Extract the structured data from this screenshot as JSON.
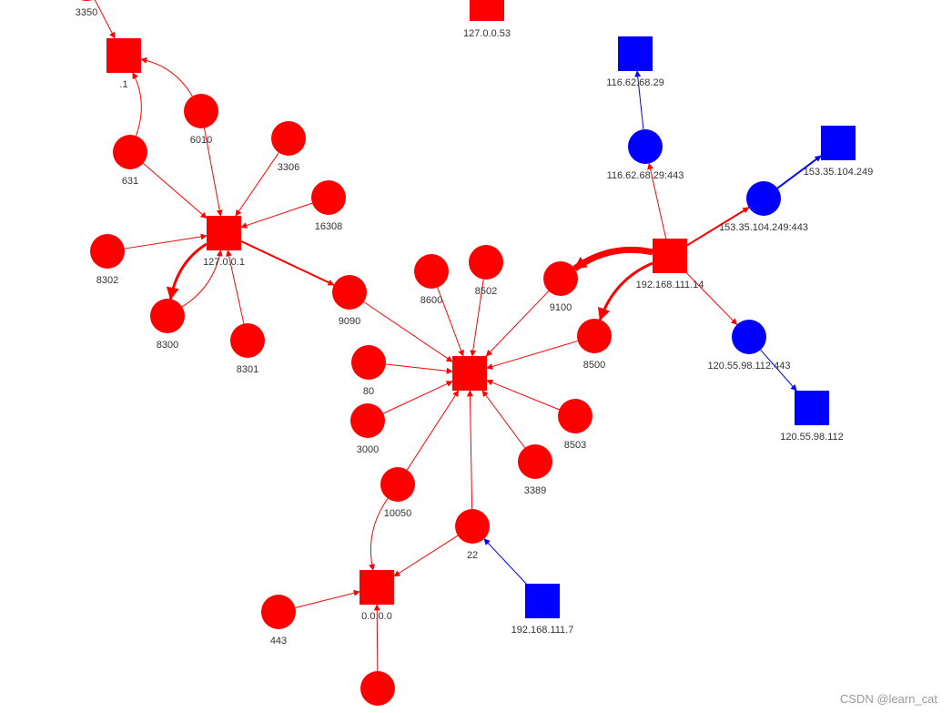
{
  "colors": {
    "local": "#ff0000",
    "remote": "#0000ff",
    "label": "#333333"
  },
  "watermark": "CSDN @learn_cat",
  "nodes": [
    {
      "id": "n3350",
      "label": "3350",
      "shape": "circle",
      "color": "local"
    },
    {
      "id": "n1",
      "label": ".1",
      "shape": "square",
      "color": "local"
    },
    {
      "id": "n127053",
      "label": "127.0.0.53",
      "shape": "square",
      "color": "local"
    },
    {
      "id": "n6010",
      "label": "6010",
      "shape": "circle",
      "color": "local"
    },
    {
      "id": "n631",
      "label": "631",
      "shape": "circle",
      "color": "local"
    },
    {
      "id": "n3306",
      "label": "3306",
      "shape": "circle",
      "color": "local"
    },
    {
      "id": "n16308",
      "label": "16308",
      "shape": "circle",
      "color": "local"
    },
    {
      "id": "n127001",
      "label": "127.0.0.1",
      "shape": "square",
      "color": "local"
    },
    {
      "id": "n8302",
      "label": "8302",
      "shape": "circle",
      "color": "local"
    },
    {
      "id": "n8300",
      "label": "8300",
      "shape": "circle",
      "color": "local"
    },
    {
      "id": "n8301",
      "label": "8301",
      "shape": "circle",
      "color": "local"
    },
    {
      "id": "n9090",
      "label": "9090",
      "shape": "circle",
      "color": "local"
    },
    {
      "id": "n8600",
      "label": "8600",
      "shape": "circle",
      "color": "local"
    },
    {
      "id": "n8502",
      "label": "8502",
      "shape": "circle",
      "color": "local"
    },
    {
      "id": "n9100",
      "label": "9100",
      "shape": "circle",
      "color": "local"
    },
    {
      "id": "n192168111_14",
      "label": "192.168.111.14",
      "shape": "square",
      "color": "local"
    },
    {
      "id": "n8500",
      "label": "8500",
      "shape": "circle",
      "color": "local"
    },
    {
      "id": "nhub",
      "label": "",
      "shape": "square",
      "color": "local"
    },
    {
      "id": "n80",
      "label": "80",
      "shape": "circle",
      "color": "local"
    },
    {
      "id": "n3000",
      "label": "3000",
      "shape": "circle",
      "color": "local"
    },
    {
      "id": "n8503",
      "label": "8503",
      "shape": "circle",
      "color": "local"
    },
    {
      "id": "n3389",
      "label": "3389",
      "shape": "circle",
      "color": "local"
    },
    {
      "id": "n10050",
      "label": "10050",
      "shape": "circle",
      "color": "local"
    },
    {
      "id": "n22",
      "label": "22",
      "shape": "circle",
      "color": "local"
    },
    {
      "id": "n0000",
      "label": "0.0.0.0",
      "shape": "square",
      "color": "local"
    },
    {
      "id": "n443",
      "label": "443",
      "shape": "circle",
      "color": "local"
    },
    {
      "id": "nbottom",
      "label": "",
      "shape": "circle",
      "color": "local"
    },
    {
      "id": "n192168111_7",
      "label": "192.168.111.7",
      "shape": "square",
      "color": "remote"
    },
    {
      "id": "n116_62_68_29",
      "label": "116.62.68.29",
      "shape": "square",
      "color": "remote"
    },
    {
      "id": "n116_62_68_29_443",
      "label": "116.62.68.29:443",
      "shape": "circle",
      "color": "remote"
    },
    {
      "id": "n153_35_104_249",
      "label": "153.35.104.249",
      "shape": "square",
      "color": "remote"
    },
    {
      "id": "n153_35_104_249_443",
      "label": "153.35.104.249:443",
      "shape": "circle",
      "color": "remote"
    },
    {
      "id": "n120_55_98_112_443",
      "label": "120.55.98.112:443",
      "shape": "circle",
      "color": "remote"
    },
    {
      "id": "n120_55_98_112",
      "label": "120.55.98.112",
      "shape": "square",
      "color": "remote"
    }
  ],
  "edges": [
    {
      "source": "n3350",
      "target": "n1",
      "color": "local",
      "weight": 1
    },
    {
      "source": "n6010",
      "target": "n1",
      "color": "local",
      "weight": 1,
      "curved": true
    },
    {
      "source": "n631",
      "target": "n1",
      "color": "local",
      "weight": 1,
      "curved": true
    },
    {
      "source": "n6010",
      "target": "n127001",
      "color": "local",
      "weight": 1
    },
    {
      "source": "n631",
      "target": "n127001",
      "color": "local",
      "weight": 1
    },
    {
      "source": "n3306",
      "target": "n127001",
      "color": "local",
      "weight": 1
    },
    {
      "source": "n16308",
      "target": "n127001",
      "color": "local",
      "weight": 1
    },
    {
      "source": "n8302",
      "target": "n127001",
      "color": "local",
      "weight": 1
    },
    {
      "source": "n8300",
      "target": "n127001",
      "color": "local",
      "weight": 1,
      "curved": true
    },
    {
      "source": "n127001",
      "target": "n8300",
      "color": "local",
      "weight": 3,
      "curved": true
    },
    {
      "source": "n8301",
      "target": "n127001",
      "color": "local",
      "weight": 1
    },
    {
      "source": "n127001",
      "target": "n9090",
      "color": "local",
      "weight": 2
    },
    {
      "source": "n9090",
      "target": "nhub",
      "color": "local",
      "weight": 1
    },
    {
      "source": "n8600",
      "target": "nhub",
      "color": "local",
      "weight": 1
    },
    {
      "source": "n8502",
      "target": "nhub",
      "color": "local",
      "weight": 1
    },
    {
      "source": "n9100",
      "target": "nhub",
      "color": "local",
      "weight": 1
    },
    {
      "source": "n8500",
      "target": "nhub",
      "color": "local",
      "weight": 1
    },
    {
      "source": "n80",
      "target": "nhub",
      "color": "local",
      "weight": 1
    },
    {
      "source": "n3000",
      "target": "nhub",
      "color": "local",
      "weight": 1
    },
    {
      "source": "n8503",
      "target": "nhub",
      "color": "local",
      "weight": 1
    },
    {
      "source": "n3389",
      "target": "nhub",
      "color": "local",
      "weight": 1
    },
    {
      "source": "n10050",
      "target": "nhub",
      "color": "local",
      "weight": 1
    },
    {
      "source": "n22",
      "target": "nhub",
      "color": "local",
      "weight": 1
    },
    {
      "source": "n192168111_14",
      "target": "n9100",
      "color": "local",
      "weight": 7,
      "curved": true
    },
    {
      "source": "n192168111_14",
      "target": "n8500",
      "color": "local",
      "weight": 3,
      "curved": true
    },
    {
      "source": "n192168111_14",
      "target": "n116_62_68_29_443",
      "color": "local",
      "weight": 1
    },
    {
      "source": "n192168111_14",
      "target": "n153_35_104_249_443",
      "color": "local",
      "weight": 2
    },
    {
      "source": "n192168111_14",
      "target": "n120_55_98_112_443",
      "color": "local",
      "weight": 1
    },
    {
      "source": "n116_62_68_29_443",
      "target": "n116_62_68_29",
      "color": "remote",
      "weight": 1
    },
    {
      "source": "n153_35_104_249_443",
      "target": "n153_35_104_249",
      "color": "remote",
      "weight": 2
    },
    {
      "source": "n120_55_98_112_443",
      "target": "n120_55_98_112",
      "color": "remote",
      "weight": 1
    },
    {
      "source": "n10050",
      "target": "n0000",
      "color": "local",
      "weight": 1,
      "curved": true
    },
    {
      "source": "n22",
      "target": "n0000",
      "color": "local",
      "weight": 1
    },
    {
      "source": "n443",
      "target": "n0000",
      "color": "local",
      "weight": 1
    },
    {
      "source": "nbottom",
      "target": "n0000",
      "color": "local",
      "weight": 1
    },
    {
      "source": "n192168111_7",
      "target": "n22",
      "color": "remote",
      "weight": 1
    }
  ]
}
